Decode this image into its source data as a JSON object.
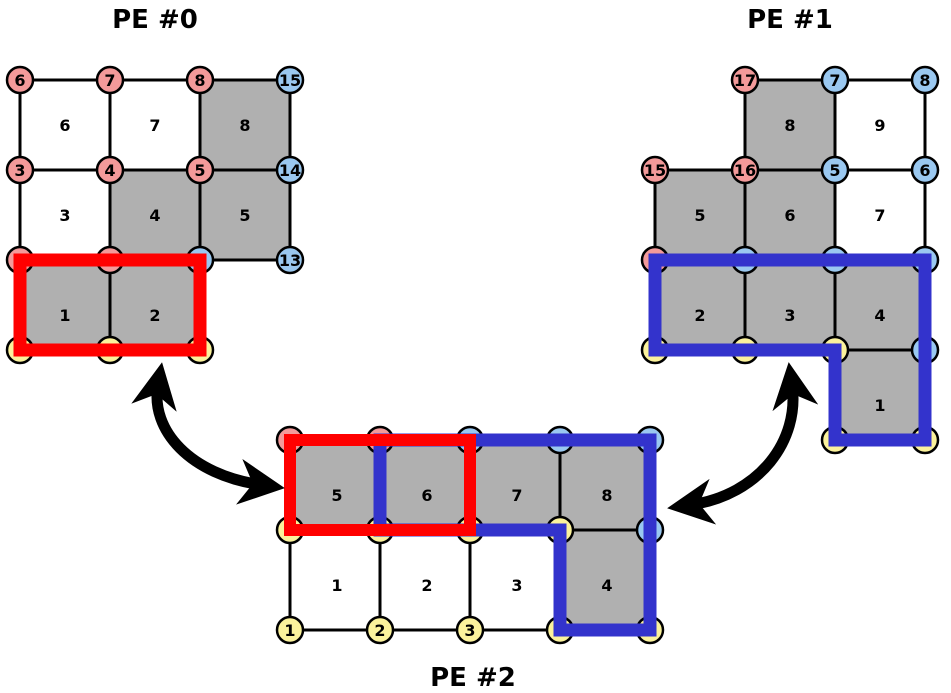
{
  "colors": {
    "node_red": "#f39a9a",
    "node_blue": "#9ac8f0",
    "node_yellow": "#fbf29c",
    "cell_gray": "#b0b0b0",
    "cell_white": "#ffffff",
    "highlight_red": "#ff0000",
    "highlight_blue": "#3333cc"
  },
  "pe0": {
    "title": "PE #0",
    "elements": [
      {
        "label": "6",
        "filled": false
      },
      {
        "label": "7",
        "filled": false
      },
      {
        "label": "8",
        "filled": true
      },
      {
        "label": "3",
        "filled": false
      },
      {
        "label": "4",
        "filled": true
      },
      {
        "label": "5",
        "filled": true
      },
      {
        "label": "1",
        "filled": true
      },
      {
        "label": "2",
        "filled": true
      }
    ],
    "nodes": [
      {
        "label": "6",
        "color": "red"
      },
      {
        "label": "7",
        "color": "red"
      },
      {
        "label": "8",
        "color": "red"
      },
      {
        "label": "15",
        "color": "blue"
      },
      {
        "label": "3",
        "color": "red"
      },
      {
        "label": "4",
        "color": "red"
      },
      {
        "label": "5",
        "color": "red"
      },
      {
        "label": "14",
        "color": "blue"
      },
      {
        "label": "",
        "color": "red"
      },
      {
        "label": "",
        "color": "red"
      },
      {
        "label": "",
        "color": "blue"
      },
      {
        "label": "13",
        "color": "blue"
      },
      {
        "label": "",
        "color": "yellow"
      },
      {
        "label": "",
        "color": "yellow"
      },
      {
        "label": "",
        "color": "yellow"
      }
    ]
  },
  "pe1": {
    "title": "PE #1",
    "elements": [
      {
        "label": "8",
        "filled": true
      },
      {
        "label": "9",
        "filled": false
      },
      {
        "label": "5",
        "filled": true
      },
      {
        "label": "6",
        "filled": true
      },
      {
        "label": "7",
        "filled": false
      },
      {
        "label": "2",
        "filled": true
      },
      {
        "label": "3",
        "filled": true
      },
      {
        "label": "4",
        "filled": true
      },
      {
        "label": "1",
        "filled": true
      }
    ],
    "nodes": [
      {
        "label": "17",
        "color": "red"
      },
      {
        "label": "7",
        "color": "blue"
      },
      {
        "label": "8",
        "color": "blue"
      },
      {
        "label": "15",
        "color": "red"
      },
      {
        "label": "16",
        "color": "red"
      },
      {
        "label": "5",
        "color": "blue"
      },
      {
        "label": "6",
        "color": "blue"
      },
      {
        "label": "",
        "color": "red"
      },
      {
        "label": "",
        "color": "blue"
      },
      {
        "label": "",
        "color": "blue"
      },
      {
        "label": "",
        "color": "blue"
      },
      {
        "label": "",
        "color": "yellow"
      },
      {
        "label": "",
        "color": "yellow"
      },
      {
        "label": "",
        "color": "yellow"
      },
      {
        "label": "",
        "color": "blue"
      },
      {
        "label": "",
        "color": "yellow"
      },
      {
        "label": "",
        "color": "yellow"
      }
    ]
  },
  "pe2": {
    "title": "PE #2",
    "elements": [
      {
        "label": "5",
        "filled": true
      },
      {
        "label": "6",
        "filled": true
      },
      {
        "label": "7",
        "filled": true
      },
      {
        "label": "8",
        "filled": true
      },
      {
        "label": "1",
        "filled": false
      },
      {
        "label": "2",
        "filled": false
      },
      {
        "label": "3",
        "filled": false
      },
      {
        "label": "4",
        "filled": true
      }
    ],
    "nodes": [
      {
        "label": "",
        "color": "red"
      },
      {
        "label": "",
        "color": "red"
      },
      {
        "label": "",
        "color": "blue"
      },
      {
        "label": "",
        "color": "blue"
      },
      {
        "label": "",
        "color": "blue"
      },
      {
        "label": "",
        "color": "yellow"
      },
      {
        "label": "",
        "color": "yellow"
      },
      {
        "label": "",
        "color": "yellow"
      },
      {
        "label": "",
        "color": "yellow"
      },
      {
        "label": "",
        "color": "blue"
      },
      {
        "label": "1",
        "color": "yellow"
      },
      {
        "label": "2",
        "color": "yellow"
      },
      {
        "label": "3",
        "color": "yellow"
      },
      {
        "label": "",
        "color": "yellow"
      },
      {
        "label": "",
        "color": "yellow"
      }
    ]
  }
}
